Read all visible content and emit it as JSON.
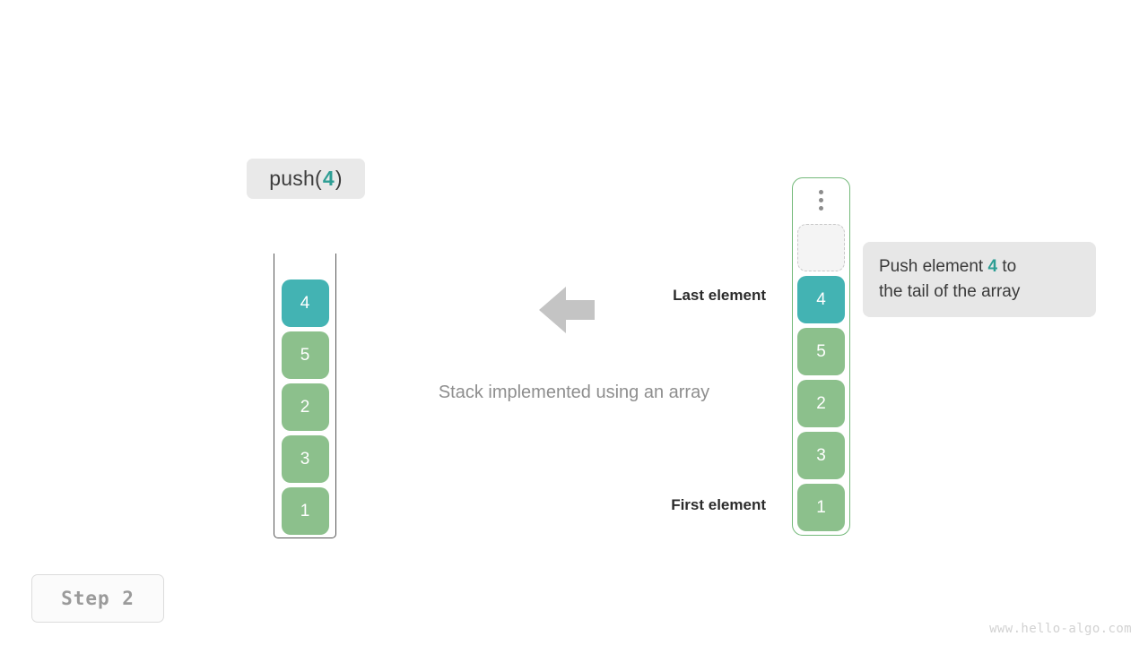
{
  "operation": {
    "prefix": "push(",
    "value": "4",
    "suffix": ")"
  },
  "stack": {
    "caption": "Stack implemented using an array",
    "cells": [
      {
        "value": "4",
        "color": "teal"
      },
      {
        "value": "5",
        "color": "green"
      },
      {
        "value": "2",
        "color": "green"
      },
      {
        "value": "3",
        "color": "green"
      },
      {
        "value": "1",
        "color": "green"
      }
    ]
  },
  "array": {
    "ellipsis_icon": "vertical-ellipsis-icon",
    "empty_slot_label": "",
    "cells": [
      {
        "value": "4",
        "color": "teal"
      },
      {
        "value": "5",
        "color": "green"
      },
      {
        "value": "2",
        "color": "green"
      },
      {
        "value": "3",
        "color": "green"
      },
      {
        "value": "1",
        "color": "green"
      }
    ]
  },
  "labels": {
    "last_element": "Last element",
    "first_element": "First element",
    "arrow_icon": "arrow-left-icon"
  },
  "tooltip": {
    "line1_before": "Push element ",
    "line1_accent": "4",
    "line1_after": " to",
    "line2": "the tail of the array"
  },
  "step": {
    "label": "Step 2"
  },
  "footer": {
    "watermark": "www.hello-algo.com"
  },
  "colors": {
    "teal": "#43b3b3",
    "green": "#8cc08c",
    "accent": "#2e9e94",
    "arrow": "#c4c4c4",
    "array_border": "#74b97a"
  }
}
